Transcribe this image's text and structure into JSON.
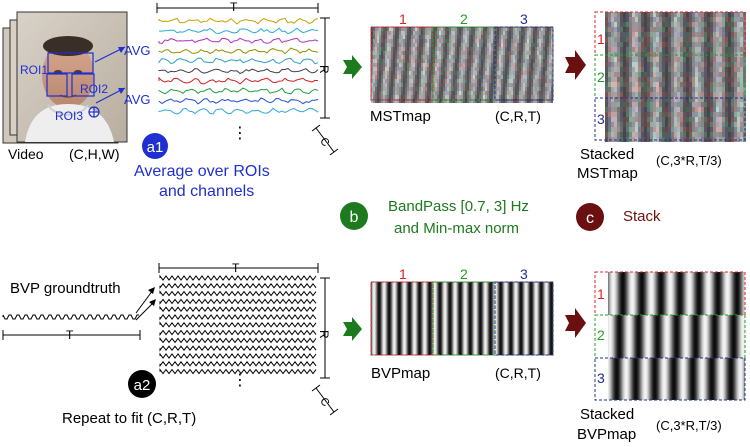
{
  "input": {
    "video_label": "Video",
    "video_dims": "(C,H,W)",
    "rois": [
      "ROI1",
      "ROI2",
      "ROI3"
    ],
    "avg_label": "AVG",
    "signal_T": "T",
    "signal_R": "R",
    "signal_C": "C",
    "ellipsis": "⋮"
  },
  "steps": {
    "a1_badge": "a1",
    "a1_line1": "Average over  ROIs",
    "a1_line2": "and channels",
    "b_badge": "b",
    "b_line1": "BandPass [0.7, 3] Hz",
    "b_line2": "and  Min-max norm",
    "c_badge": "c",
    "c_label": "Stack",
    "a2_badge": "a2",
    "a2_label": "Repeat to fit (C,R,T)"
  },
  "maps": {
    "segment_labels": [
      "1",
      "2",
      "3"
    ],
    "mst_label": "MSTmap",
    "mst_dims": "(C,R,T)",
    "stacked_mst_line1": "Stacked",
    "stacked_mst_line2": "MSTmap",
    "stacked_dims": "(C,3*R,T/3)",
    "bvp_label": "BVPmap",
    "bvp_dims": "(C,R,T)",
    "stacked_bvp_line1": "Stacked",
    "stacked_bvp_line2": "BVPmap",
    "stacked_bvp_dims": "(C,3*R,T/3)"
  },
  "groundtruth": {
    "label": "BVP groundtruth",
    "T": "T",
    "rep_T": "T",
    "rep_R": "R",
    "rep_C": "C"
  },
  "colors": {
    "blue": "#1f2fd0",
    "green": "#1e7a1e",
    "darkred": "#6b1010",
    "seg1": "#e02020",
    "seg2": "#20a020",
    "seg3": "#203090"
  }
}
